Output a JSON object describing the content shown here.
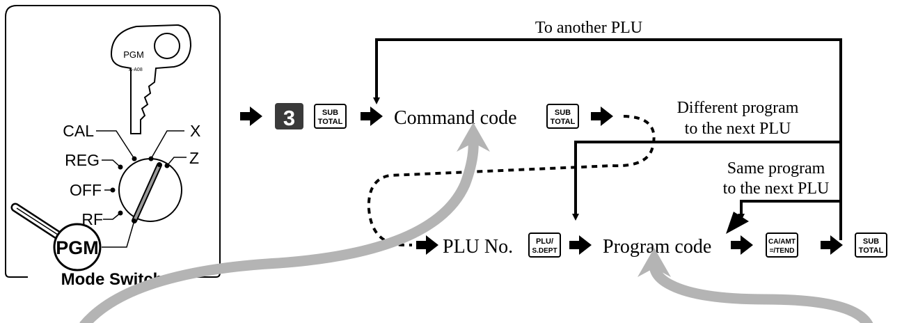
{
  "mode_switch": {
    "title": "Mode Switch",
    "key_label": "PGM",
    "key_code": "A-A08",
    "positions": [
      "CAL",
      "X",
      "REG",
      "Z",
      "OFF",
      "RF"
    ],
    "selected": "PGM"
  },
  "flow": {
    "start_key": "3",
    "subtotal_key": [
      "SUB",
      "TOTAL"
    ],
    "plu_key": [
      "PLU/",
      "S.DEPT"
    ],
    "caamt_key": [
      "CA/AMT",
      "=/TEND"
    ],
    "command_code": "Command code",
    "plu_no": "PLU No.",
    "program_code": "Program code",
    "loop_another": "To another PLU",
    "loop_different": [
      "Different program",
      "to the next PLU"
    ],
    "loop_same": [
      "Same program",
      "to the next PLU"
    ]
  },
  "colors": {
    "ink": "#000000",
    "callout": "#b4b4b4",
    "key_dark": "#3a3a3a"
  }
}
